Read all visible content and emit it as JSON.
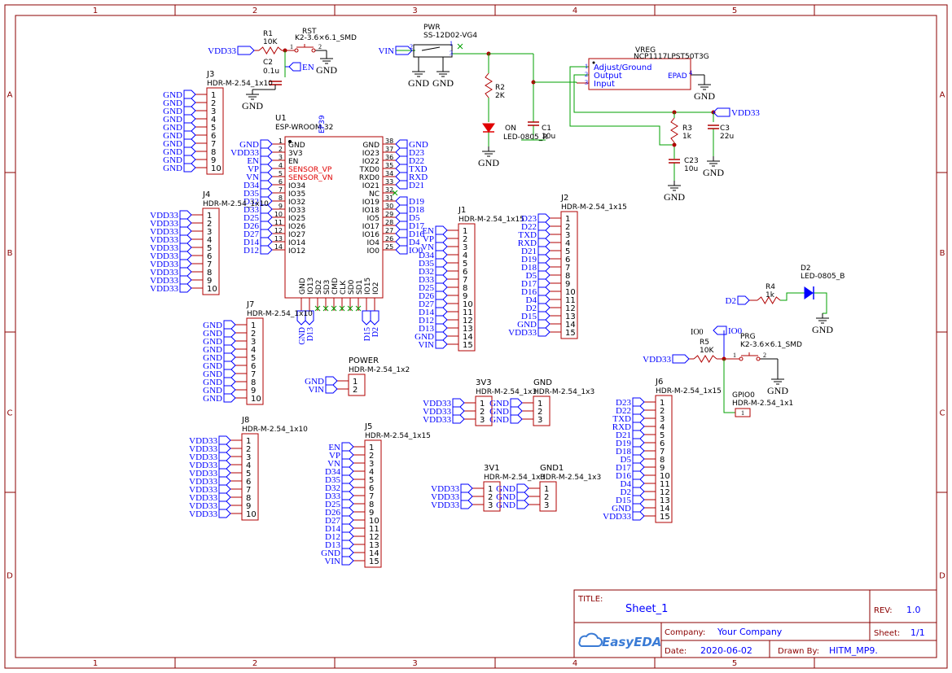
{
  "frame": {
    "columns": [
      "1",
      "2",
      "3",
      "4",
      "5"
    ],
    "rows": [
      "A",
      "B",
      "C",
      "D"
    ]
  },
  "colors": {
    "border": "#8b0000",
    "part": "#b00000",
    "net": "#0000ff",
    "wire": "#00a000",
    "dot": "#b00000",
    "text": "#000000"
  },
  "title_block": {
    "title_label": "TITLE:",
    "title": "Sheet_1",
    "rev_label": "REV:",
    "rev": "1.0",
    "company_label": "Company:",
    "company": "Your Company",
    "sheet_label": "Sheet:",
    "sheet": "1/1",
    "date_label": "Date:",
    "date": "2020-06-02",
    "drawn_label": "Drawn By:",
    "drawn_by": "HITM_MP9.",
    "logo": "EasyEDA"
  },
  "parts": {
    "u1": {
      "ref": "U1",
      "value": "ESP-WROOM-32",
      "ep": "EP39",
      "left_pins": [
        {
          "n": "1",
          "name": "GND",
          "net": "GND"
        },
        {
          "n": "2",
          "name": "3V3",
          "net": "VDD33"
        },
        {
          "n": "3",
          "name": "EN",
          "net": "EN"
        },
        {
          "n": "4",
          "name": "SENSOR_VP",
          "net": "VP"
        },
        {
          "n": "5",
          "name": "SENSOR_VN",
          "net": "VN"
        },
        {
          "n": "6",
          "name": "IO34",
          "net": "D34"
        },
        {
          "n": "7",
          "name": "IO35",
          "net": "D35"
        },
        {
          "n": "8",
          "name": "IO32",
          "net": "D32"
        },
        {
          "n": "9",
          "name": "IO33",
          "net": "D33"
        },
        {
          "n": "10",
          "name": "IO25",
          "net": "D25"
        },
        {
          "n": "11",
          "name": "IO26",
          "net": "D26"
        },
        {
          "n": "12",
          "name": "IO27",
          "net": "D27"
        },
        {
          "n": "13",
          "name": "IO14",
          "net": "D14"
        },
        {
          "n": "14",
          "name": "IO12",
          "net": "D12"
        }
      ],
      "right_pins": [
        {
          "n": "38",
          "name": "GND",
          "net": "GND"
        },
        {
          "n": "37",
          "name": "IO23",
          "net": "D23"
        },
        {
          "n": "36",
          "name": "IO22",
          "net": "D22"
        },
        {
          "n": "35",
          "name": "TXD0",
          "net": "TXD"
        },
        {
          "n": "34",
          "name": "RXD0",
          "net": "RXD"
        },
        {
          "n": "33",
          "name": "IO21",
          "net": "D21"
        },
        {
          "n": "32",
          "name": "NC",
          "net": ""
        },
        {
          "n": "31",
          "name": "IO19",
          "net": "D19"
        },
        {
          "n": "30",
          "name": "IO18",
          "net": "D18"
        },
        {
          "n": "29",
          "name": "IO5",
          "net": "D5"
        },
        {
          "n": "28",
          "name": "IO17",
          "net": "D17"
        },
        {
          "n": "27",
          "name": "IO16",
          "net": "D16"
        },
        {
          "n": "26",
          "name": "IO4",
          "net": "D4"
        },
        {
          "n": "25",
          "name": "IO0",
          "net": "IO0"
        }
      ],
      "bottom_pins": [
        {
          "n": "15",
          "name": "GND",
          "net": "GND"
        },
        {
          "n": "16",
          "name": "IO13",
          "net": "D13"
        },
        {
          "n": "17",
          "name": "SD2",
          "net": ""
        },
        {
          "n": "18",
          "name": "SD3",
          "net": ""
        },
        {
          "n": "19",
          "name": "CMD",
          "net": ""
        },
        {
          "n": "20",
          "name": "CLK",
          "net": ""
        },
        {
          "n": "21",
          "name": "SD0",
          "net": ""
        },
        {
          "n": "22",
          "name": "SD1",
          "net": ""
        },
        {
          "n": "23",
          "name": "IO15",
          "net": "D15"
        },
        {
          "n": "24",
          "name": "IO2",
          "net": "D2"
        }
      ]
    },
    "r1": {
      "ref": "R1",
      "value": "10K"
    },
    "rst": {
      "ref": "RST",
      "value": "K2-3.6×6.1_SMD"
    },
    "c2": {
      "ref": "C2",
      "value": "0.1u"
    },
    "pwr": {
      "ref": "PWR",
      "value": "SS-12D02-VG4"
    },
    "r2": {
      "ref": "R2",
      "value": "2K"
    },
    "on": {
      "ref": "ON",
      "value": "LED-0805_R"
    },
    "c1": {
      "ref": "C1",
      "value": "10u"
    },
    "vreg": {
      "ref": "VREG",
      "value": "NCP1117LPST50T3G",
      "pins": [
        "Adjust/Ground",
        "Output",
        "Input"
      ],
      "epad": "EPAD"
    },
    "r3": {
      "ref": "R3",
      "value": "1k"
    },
    "c3": {
      "ref": "C3",
      "value": "22u"
    },
    "c23": {
      "ref": "C23",
      "value": "10u"
    },
    "d2": {
      "ref": "D2",
      "value": "LED-0805_B"
    },
    "r4": {
      "ref": "R4",
      "value": "1k"
    },
    "r5": {
      "ref": "R5",
      "value": "10K"
    },
    "prg": {
      "ref": "PRG",
      "value": "K2-3.6×6.1_SMD"
    },
    "gpio0": {
      "ref": "GPIO0",
      "value": "HDR-M-2.54_1x1"
    },
    "j1": {
      "ref": "J1",
      "value": "HDR-M-2.54_1x15",
      "nets": [
        "EN",
        "VP",
        "VN",
        "D34",
        "D35",
        "D32",
        "D33",
        "D25",
        "D26",
        "D27",
        "D14",
        "D12",
        "D13",
        "GND",
        "VIN"
      ]
    },
    "j2": {
      "ref": "J2",
      "value": "HDR-M-2.54_1x15",
      "nets": [
        "D23",
        "D22",
        "TXD",
        "RXD",
        "D21",
        "D19",
        "D18",
        "D5",
        "D17",
        "D16",
        "D4",
        "D2",
        "D15",
        "GND",
        "VDD33"
      ]
    },
    "j3": {
      "ref": "J3",
      "value": "HDR-M-2.54_1x10",
      "nets": [
        "GND",
        "GND",
        "GND",
        "GND",
        "GND",
        "GND",
        "GND",
        "GND",
        "GND",
        "GND"
      ]
    },
    "j4": {
      "ref": "J4",
      "value": "HDR-M-2.54_1x10",
      "nets": [
        "VDD33",
        "VDD33",
        "VDD33",
        "VDD33",
        "VDD33",
        "VDD33",
        "VDD33",
        "VDD33",
        "VDD33",
        "VDD33"
      ]
    },
    "j5": {
      "ref": "J5",
      "value": "HDR-M-2.54_1x15",
      "nets": [
        "EN",
        "VP",
        "VN",
        "D34",
        "D35",
        "D32",
        "D33",
        "D25",
        "D26",
        "D27",
        "D14",
        "D12",
        "D13",
        "GND",
        "VIN"
      ]
    },
    "j6": {
      "ref": "J6",
      "value": "HDR-M-2.54_1x15",
      "nets": [
        "D23",
        "D22",
        "TXD",
        "RXD",
        "D21",
        "D19",
        "D18",
        "D5",
        "D17",
        "D16",
        "D4",
        "D2",
        "D15",
        "GND",
        "VDD33"
      ]
    },
    "j7": {
      "ref": "J7",
      "value": "HDR-M-2.54_1x10",
      "nets": [
        "GND",
        "GND",
        "GND",
        "GND",
        "GND",
        "GND",
        "GND",
        "GND",
        "GND",
        "GND"
      ]
    },
    "j8": {
      "ref": "J8",
      "value": "HDR-M-2.54_1x10",
      "nets": [
        "VDD33",
        "VDD33",
        "VDD33",
        "VDD33",
        "VDD33",
        "VDD33",
        "VDD33",
        "VDD33",
        "VDD33",
        "VDD33"
      ]
    },
    "power": {
      "ref": "POWER",
      "value": "HDR-M-2.54_1x2",
      "nets": [
        "GND",
        "VIN"
      ]
    },
    "h3v3": {
      "ref": "3V3",
      "value": "HDR-M-2.54_1x3",
      "nets": [
        "VDD33",
        "VDD33",
        "VDD33"
      ]
    },
    "hgnd": {
      "ref": "GND",
      "value": "HDR-M-2.54_1x3",
      "nets": [
        "GND",
        "GND",
        "GND"
      ]
    },
    "h3v1": {
      "ref": "3V1",
      "value": "HDR-M-2.54_1x3",
      "nets": [
        "VDD33",
        "VDD33",
        "VDD33"
      ]
    },
    "hgnd1": {
      "ref": "GND1",
      "value": "HDR-M-2.54_1x3",
      "nets": [
        "GND",
        "GND",
        "GND"
      ]
    }
  },
  "nets": {
    "gnd": "GND",
    "vdd": "VDD33",
    "vin": "VIN",
    "en": "EN",
    "d2": "D2",
    "io0": "IO0"
  }
}
